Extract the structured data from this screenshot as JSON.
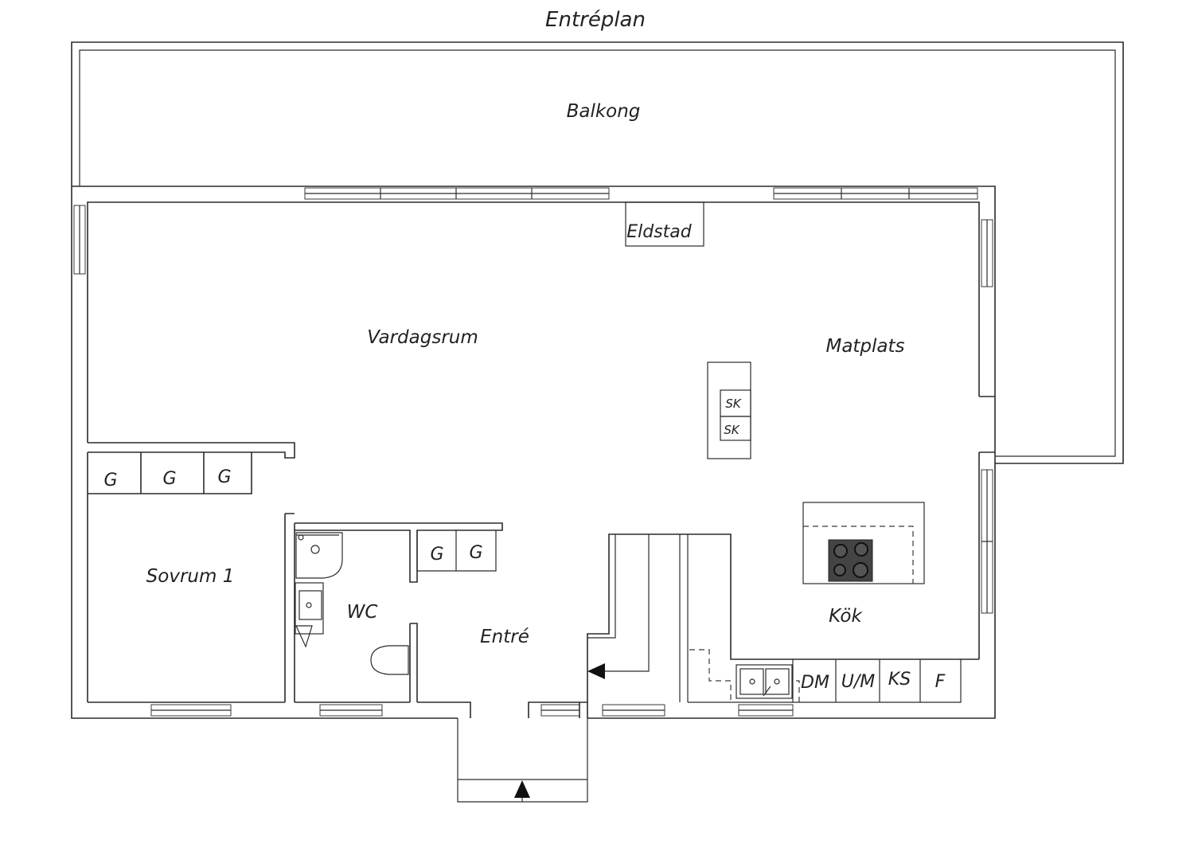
{
  "plan": {
    "title": "Entréplan",
    "rooms": {
      "balkong": "Balkong",
      "eldstad": "Eldstad",
      "vardagsrum": "Vardagsrum",
      "matplats": "Matplats",
      "sovrum": "Sovrum 1",
      "wc": "WC",
      "entre": "Entré",
      "kok": "Kök"
    },
    "fixtures": {
      "sk1": "SK",
      "sk2": "SK",
      "g_sovrum": [
        "G",
        "G",
        "G"
      ],
      "g_entre": [
        "G",
        "G"
      ],
      "dm": "DM",
      "um": "U/M",
      "ks": "KS",
      "f": "F"
    }
  }
}
